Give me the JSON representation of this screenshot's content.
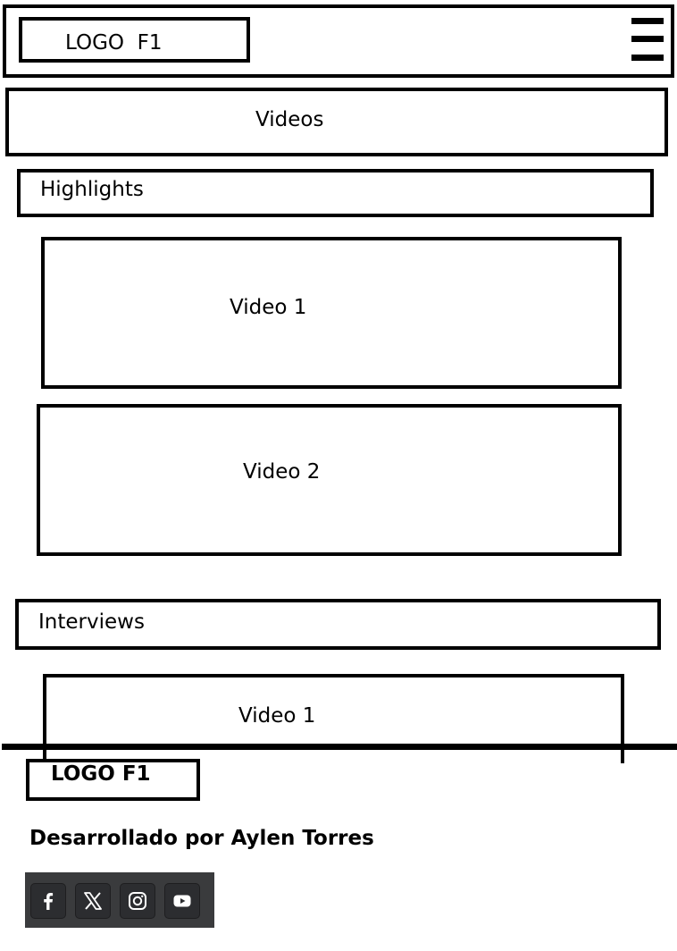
{
  "header": {
    "logo_text": "LOGO  F1",
    "menu_icon": "hamburger-menu-icon"
  },
  "videos": {
    "title": "Videos"
  },
  "highlights": {
    "label": "Highlights",
    "items": [
      {
        "label": "Video 1"
      },
      {
        "label": "Video 2"
      }
    ]
  },
  "interviews": {
    "label": "Interviews",
    "items": [
      {
        "label": "Video 1"
      }
    ]
  },
  "footer": {
    "logo_text": "LOGO F1",
    "credit": "Desarrollado por Aylen Torres",
    "social": [
      {
        "icon": "facebook-icon"
      },
      {
        "icon": "x-icon"
      },
      {
        "icon": "instagram-icon"
      },
      {
        "icon": "youtube-icon"
      }
    ],
    "social_bar_color": "#3a3b3d"
  }
}
